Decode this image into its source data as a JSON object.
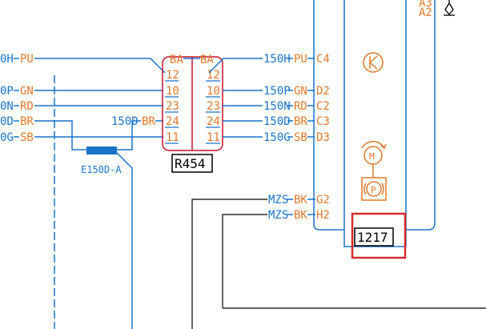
{
  "colors": {
    "wire": "#1a73c7",
    "label": "#e0782a",
    "text_blue": "#1a73c7",
    "connector": "#c4102a",
    "highlight": "#d42a2a",
    "black": "#000000"
  },
  "connector": {
    "id": "R454",
    "left_header": "BA",
    "right_header": "BA",
    "pins_left": [
      "12",
      "10",
      "23",
      "24",
      "11"
    ],
    "pins_right": [
      "12",
      "10",
      "23",
      "24",
      "11"
    ]
  },
  "left_wires": [
    {
      "code": "0H",
      "color": "PU"
    },
    {
      "code": "0P",
      "color": "GN"
    },
    {
      "code": "0N",
      "color": "RD"
    },
    {
      "code": "0D",
      "color": "BR"
    },
    {
      "code": "0G",
      "color": "SB"
    }
  ],
  "splice_wire": {
    "code": "150D",
    "color": "BR"
  },
  "right_wires": [
    {
      "code": "150H",
      "color": "PU",
      "pin": "C4"
    },
    {
      "code": "150P",
      "color": "GN",
      "pin": "D2"
    },
    {
      "code": "150N",
      "color": "RD",
      "pin": "C2"
    },
    {
      "code": "150D",
      "color": "BR",
      "pin": "C3"
    },
    {
      "code": "150G",
      "color": "SB",
      "pin": "D3"
    }
  ],
  "ground_wires": [
    {
      "code": "MZS",
      "color": "BK",
      "pin": "G2"
    },
    {
      "code": "MZS",
      "color": "BK",
      "pin": "H2"
    }
  ],
  "splice": {
    "label": "E150D-A"
  },
  "component": {
    "id": "1217"
  },
  "top_right": {
    "pin_a2": "A2",
    "pin_top": "A3"
  },
  "icons": [
    "transistor-icon",
    "motor-icon",
    "park-brake-icon",
    "switch-icon"
  ]
}
